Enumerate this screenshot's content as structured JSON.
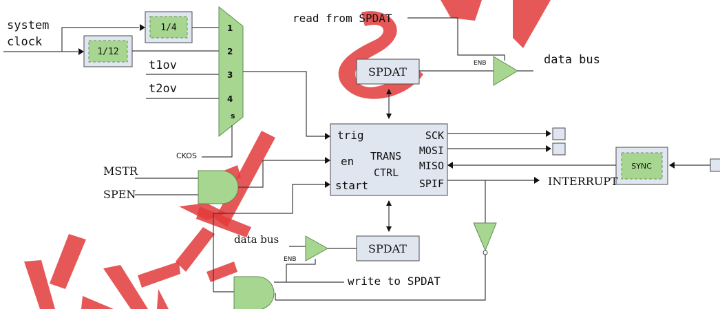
{
  "inputs": {
    "system_clock_line1": "system",
    "system_clock_line2": "clock",
    "t1ov": "t1ov",
    "t2ov": "t2ov",
    "ckos": "CKOS",
    "mstr": "MSTR",
    "spen": "SPEN"
  },
  "dividers": {
    "div4": "1/4",
    "div12": "1/12"
  },
  "mux": {
    "in1": "1",
    "in2": "2",
    "in3": "3",
    "in4": "4",
    "select": "s"
  },
  "top": {
    "read_from_spdat": "read from SPDAT",
    "enb": "ENB",
    "data_bus": "data bus",
    "spdat": "SPDAT"
  },
  "ctrl": {
    "trig": "trig",
    "en": "en",
    "start": "start",
    "title_line1": "TRANS",
    "title_line2": "CTRL",
    "sck": "SCK",
    "mosi": "MOSI",
    "miso": "MISO",
    "spif": "SPIF"
  },
  "right": {
    "interrupt": "INTERRUPT",
    "sync": "SYNC"
  },
  "bottom": {
    "data_bus": "data bus",
    "enb": "ENB",
    "spdat": "SPDAT",
    "write_to_spdat": "write to SPDAT"
  },
  "colors": {
    "block_fill": "#dfe6f0",
    "logic_green": "#a6d68f",
    "watermark": "#e23b3b"
  }
}
